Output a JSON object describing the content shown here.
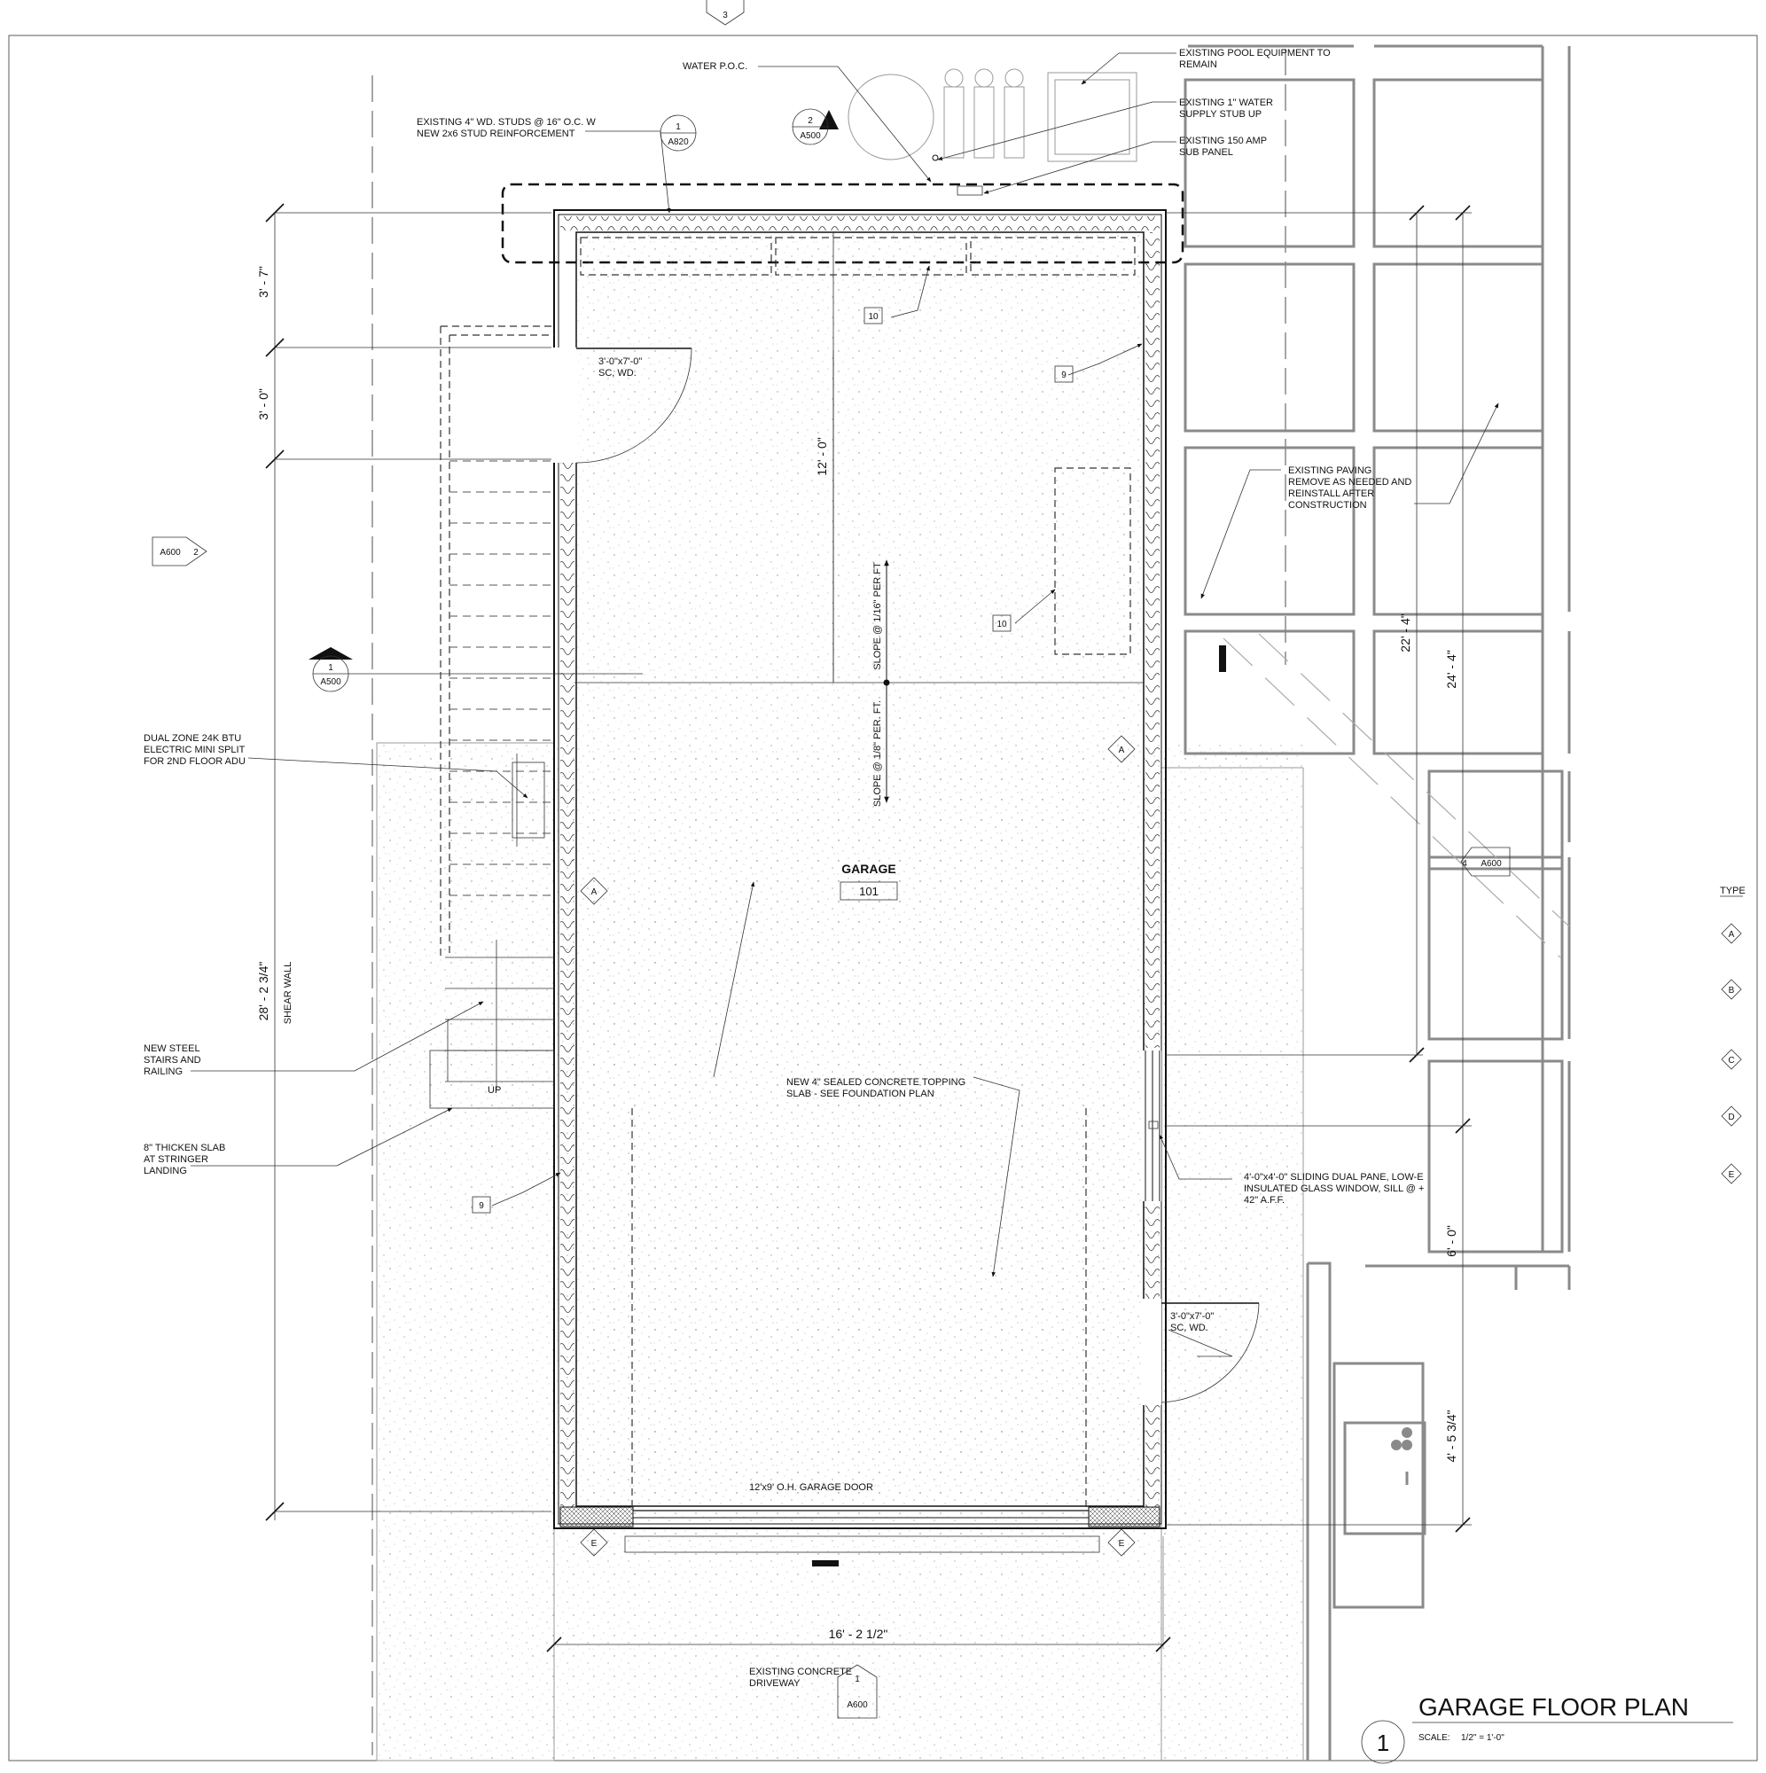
{
  "title": {
    "number": "1",
    "name": "GARAGE FLOOR PLAN",
    "scale_label": "SCALE:",
    "scale_value": "1/2\" = 1'-0\""
  },
  "room": {
    "name": "GARAGE",
    "number": "101"
  },
  "notes": {
    "water_poc": "WATER P.O.C.",
    "pool_equipment": [
      "EXISTING POOL EQUIPMENT TO",
      "REMAIN"
    ],
    "water_stub": [
      "EXISTING 1\"  WATER",
      "SUPPLY STUB UP"
    ],
    "sub_panel": [
      "EXISTING 150 AMP",
      "SUB PANEL"
    ],
    "studs": [
      "EXISTING 4\" WD. STUDS @ 16\" O.C. W",
      "NEW 2x6 STUD REINFORCEMENT"
    ],
    "door_top": [
      "3'-0\"x7'-0\"",
      "SC, WD."
    ],
    "door_bottom": [
      "3'-0\"x7'-0\"",
      "SC, WD."
    ],
    "paving": [
      "EXISTING PAVING",
      "REMOVE AS NEEDED AND",
      "REINSTALL AFTER",
      "CONSTRUCTION"
    ],
    "mini_split": [
      "DUAL ZONE 24K BTU",
      "ELECTRIC MINI SPLIT",
      "FOR 2ND FLOOR ADU"
    ],
    "stairs": [
      "NEW STEEL",
      "STAIRS AND",
      "RAILING"
    ],
    "thicken_slab": [
      "8\" THICKEN SLAB",
      "AT STRINGER",
      "LANDING"
    ],
    "slab": [
      "NEW 4\" SEALED CONCRETE TOPPING",
      "SLAB - SEE FOUNDATION PLAN"
    ],
    "window": [
      "4'-0\"x4'-0\" SLIDING DUAL PANE, LOW-E",
      "INSULATED GLASS WINDOW, SILL @ +",
      "42\" A.F.F."
    ],
    "garage_door": "12'x9' O.H. GARAGE DOOR",
    "driveway": [
      "EXISTING CONCRETE",
      "DRIVEWAY"
    ],
    "shear_wall": "SHEAR WALL",
    "slope_upper": "SLOPE @ 1/16\" PER FT",
    "slope_lower": "SLOPE @ 1/8\" PER. FT.",
    "stair_up": "UP",
    "type_heading": "TYPE"
  },
  "dimensions": {
    "d_3_7": "3' - 7\"",
    "d_3_0": "3' - 0\"",
    "d_12_0": "12' - 0\"",
    "d_28": "28' - 2 3/4\"",
    "d_16": "16' - 2 1/2\"",
    "d_22_4": "22' - 4\"",
    "d_24_4": "24' - 4\"",
    "d_6_0": "6' - 0\"",
    "d_4_5": "4' - 5 3/4\""
  },
  "keynotes": {
    "k10a": "10",
    "k10b": "10",
    "k9a": "9",
    "k9b": "9"
  },
  "section_refs": {
    "top_sheet": "3",
    "s1": {
      "num": "1",
      "sheet": "A820"
    },
    "s2": {
      "num": "2",
      "sheet": "A500"
    },
    "s3": {
      "num": "1",
      "sheet": "A500"
    },
    "s4": {
      "num": "2",
      "sheet": "A600"
    },
    "s5": {
      "num": "4",
      "sheet": "A600"
    },
    "s6": {
      "num": "1",
      "sheet": "A600"
    }
  },
  "wall_tags": {
    "a1": "A",
    "a2": "A",
    "e1": "E",
    "e2": "E"
  },
  "type_legend": [
    "A",
    "B",
    "C",
    "D",
    "E"
  ],
  "colors": {
    "line": "#111111",
    "existing": "#8a8a8a",
    "paper": "#ffffff"
  }
}
